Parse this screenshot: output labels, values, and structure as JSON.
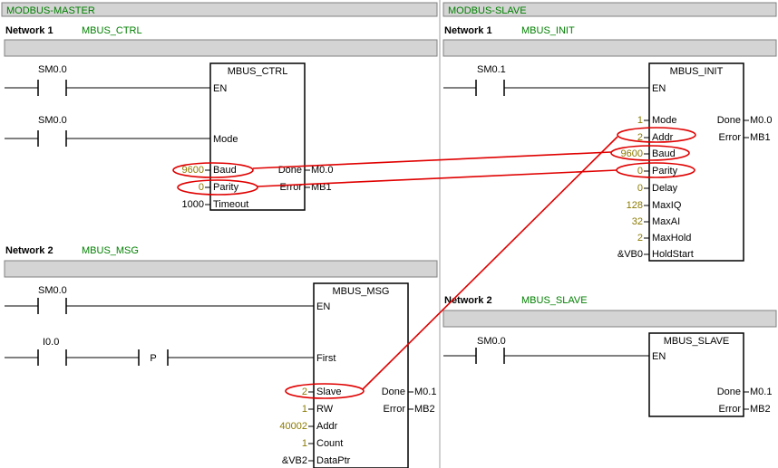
{
  "colors": {
    "accent_green": "#008000",
    "constant_olive": "#8b7a00",
    "annotation_red": "#e00000",
    "header_gray": "#d4d4d4"
  },
  "master": {
    "title": "MODBUS-MASTER",
    "net1": {
      "label": "Network 1",
      "comment": "MBUS_CTRL",
      "contact1": "SM0.0",
      "contact2": "SM0.0",
      "block": "MBUS_CTRL",
      "pins": {
        "en": "EN",
        "mode": "Mode",
        "baud": "Baud",
        "parity": "Parity",
        "timeout": "Timeout",
        "done": "Done",
        "error": "Error"
      },
      "values": {
        "baud": "9600",
        "parity": "0",
        "timeout": "1000",
        "done": "M0.0",
        "error": "MB1"
      }
    },
    "net2": {
      "label": "Network 2",
      "comment": "MBUS_MSG",
      "contact1": "SM0.0",
      "contact2": "I0.0",
      "edge": "P",
      "block": "MBUS_MSG",
      "pins": {
        "en": "EN",
        "first": "First",
        "slave": "Slave",
        "rw": "RW",
        "addr": "Addr",
        "count": "Count",
        "dataptr": "DataPtr",
        "done": "Done",
        "error": "Error"
      },
      "values": {
        "slave": "2",
        "rw": "1",
        "addr": "40002",
        "count": "1",
        "dataptr": "&VB2",
        "done": "M0.1",
        "error": "MB2"
      }
    }
  },
  "slave": {
    "title": "MODBUS-SLAVE",
    "net1": {
      "label": "Network 1",
      "comment": "MBUS_INIT",
      "contact1": "SM0.1",
      "block": "MBUS_INIT",
      "pins": {
        "en": "EN",
        "mode": "Mode",
        "addr": "Addr",
        "baud": "Baud",
        "parity": "Parity",
        "delay": "Delay",
        "maxiq": "MaxIQ",
        "maxai": "MaxAI",
        "maxhold": "MaxHold",
        "holdstart": "HoldStart",
        "done": "Done",
        "error": "Error"
      },
      "values": {
        "mode": "1",
        "addr": "2",
        "baud": "9600",
        "parity": "0",
        "delay": "0",
        "maxiq": "128",
        "maxai": "32",
        "maxhold": "2",
        "holdstart": "&VB0",
        "done": "M0.0",
        "error": "MB1"
      }
    },
    "net2": {
      "label": "Network 2",
      "comment": "MBUS_SLAVE",
      "contact1": "SM0.0",
      "block": "MBUS_SLAVE",
      "pins": {
        "en": "EN",
        "done": "Done",
        "error": "Error"
      },
      "values": {
        "done": "M0.1",
        "error": "MB2"
      }
    }
  }
}
